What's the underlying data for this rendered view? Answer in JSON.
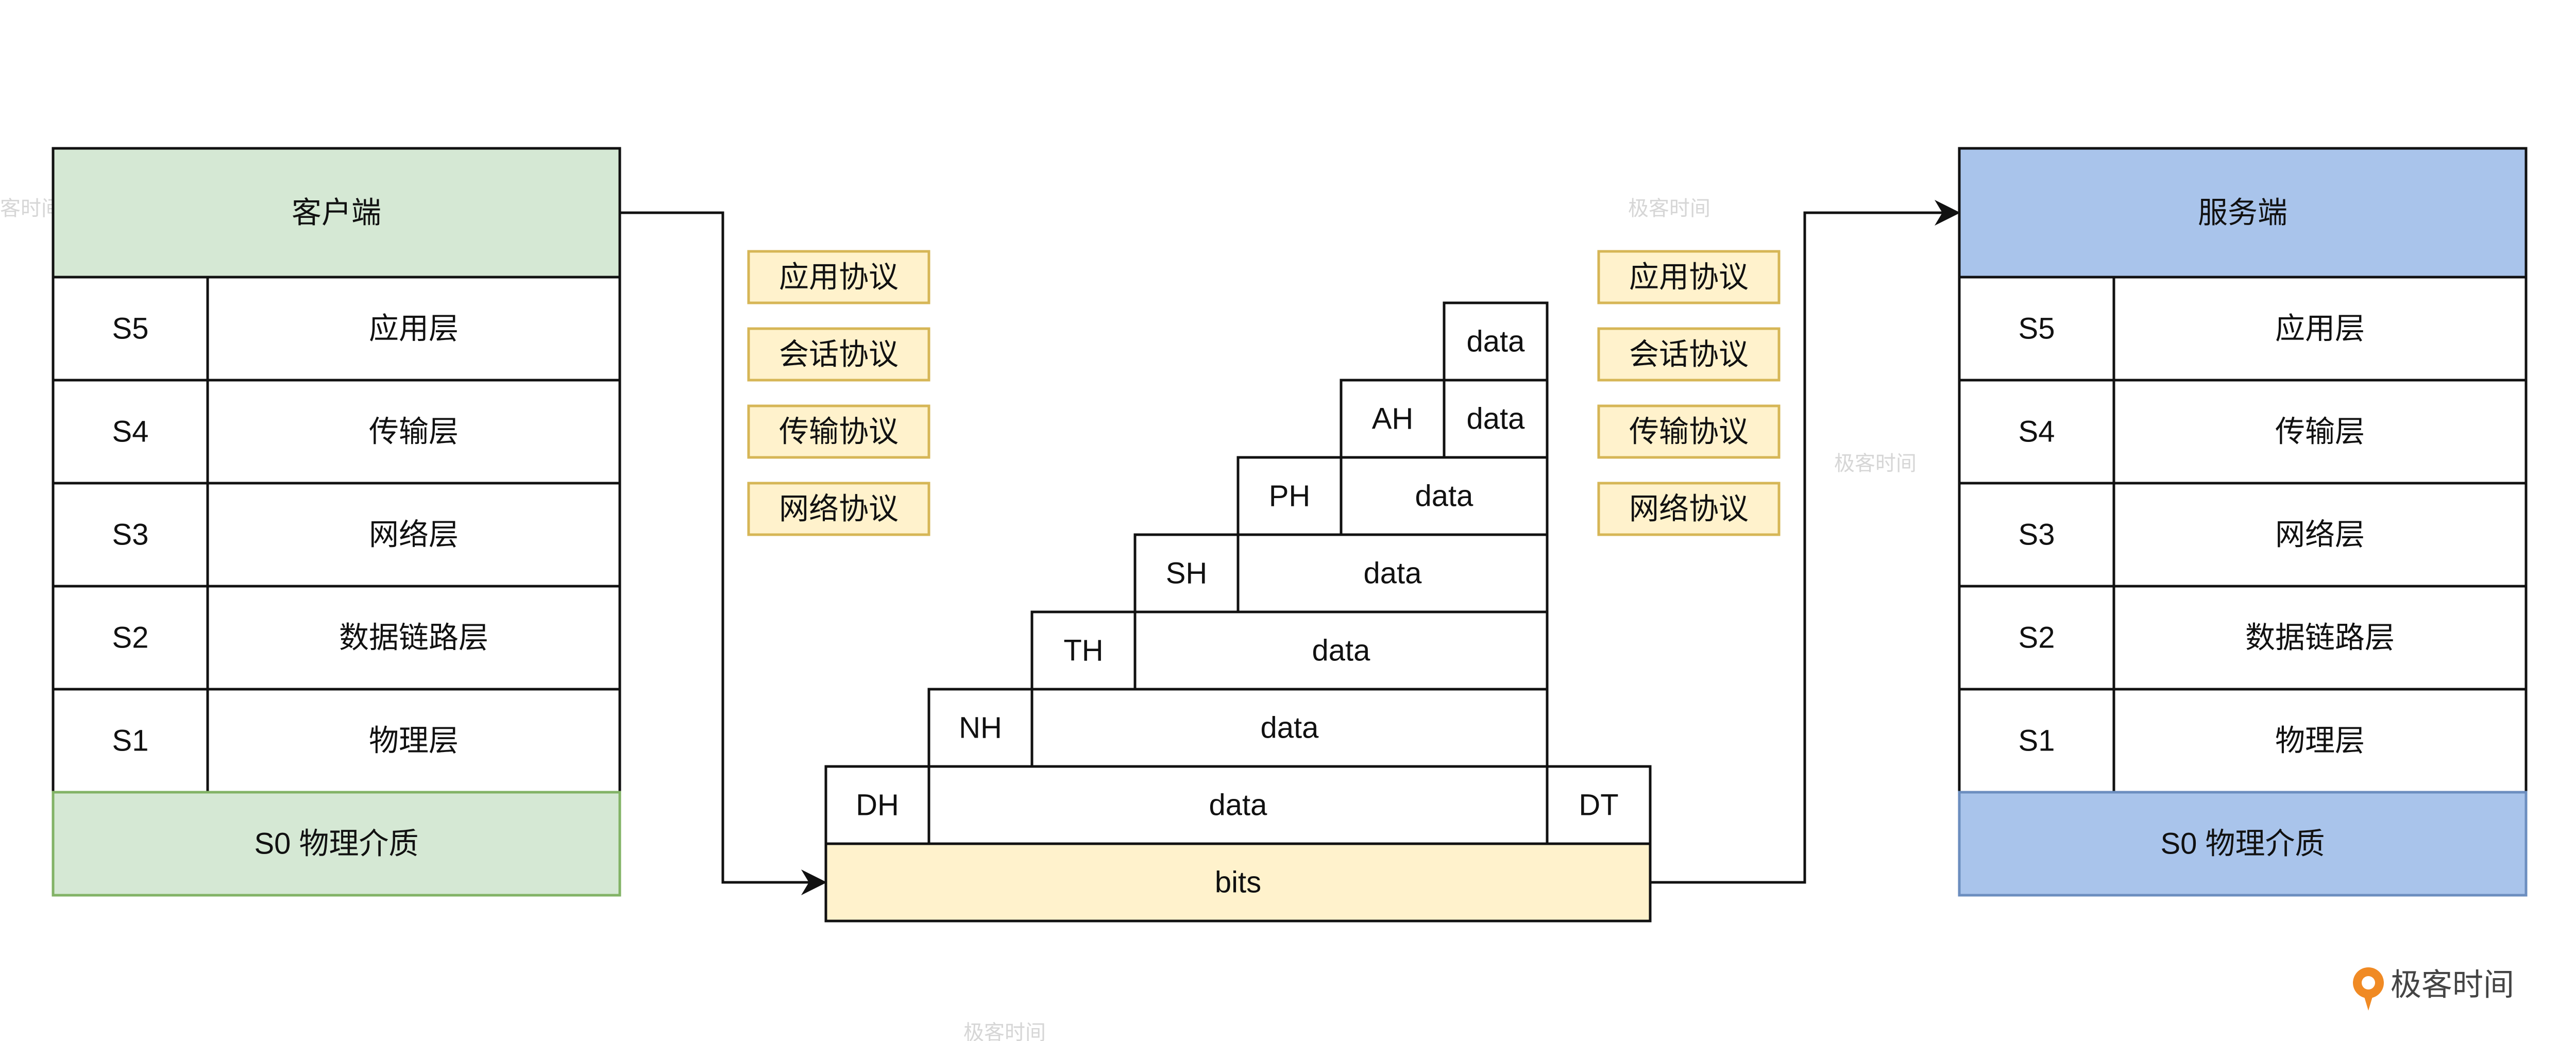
{
  "colors": {
    "client_accent": "#d5e8d4",
    "client_border": "#82b366",
    "server_accent": "#a9c4eb",
    "server_border": "#6c8ebf",
    "protocol_fill": "#fff2cc",
    "protocol_border": "#d6b656",
    "bits_fill": "#fff2cc",
    "brand_orange": "#f08a24"
  },
  "client": {
    "title": "客户端",
    "layers": [
      {
        "code": "S5",
        "name": "应用层"
      },
      {
        "code": "S4",
        "name": "传输层"
      },
      {
        "code": "S3",
        "name": "网络层"
      },
      {
        "code": "S2",
        "name": "数据链路层"
      },
      {
        "code": "S1",
        "name": "物理层"
      }
    ],
    "medium": "S0  物理介质"
  },
  "server": {
    "title": "服务端",
    "layers": [
      {
        "code": "S5",
        "name": "应用层"
      },
      {
        "code": "S4",
        "name": "传输层"
      },
      {
        "code": "S3",
        "name": "网络层"
      },
      {
        "code": "S2",
        "name": "数据链路层"
      },
      {
        "code": "S1",
        "name": "物理层"
      }
    ],
    "medium": "S0  物理介质"
  },
  "protocols_left": [
    "应用协议",
    "会话协议",
    "传输协议",
    "网络协议"
  ],
  "protocols_right": [
    "应用协议",
    "会话协议",
    "传输协议",
    "网络协议"
  ],
  "encapsulation": {
    "data_label": "data",
    "headers": [
      "AH",
      "PH",
      "SH",
      "TH",
      "NH",
      "DH"
    ],
    "trailer": "DT",
    "bits": "bits"
  },
  "watermark": "极客时间",
  "brand": {
    "icon": "geektime-logo-icon",
    "name": "极客时间"
  }
}
